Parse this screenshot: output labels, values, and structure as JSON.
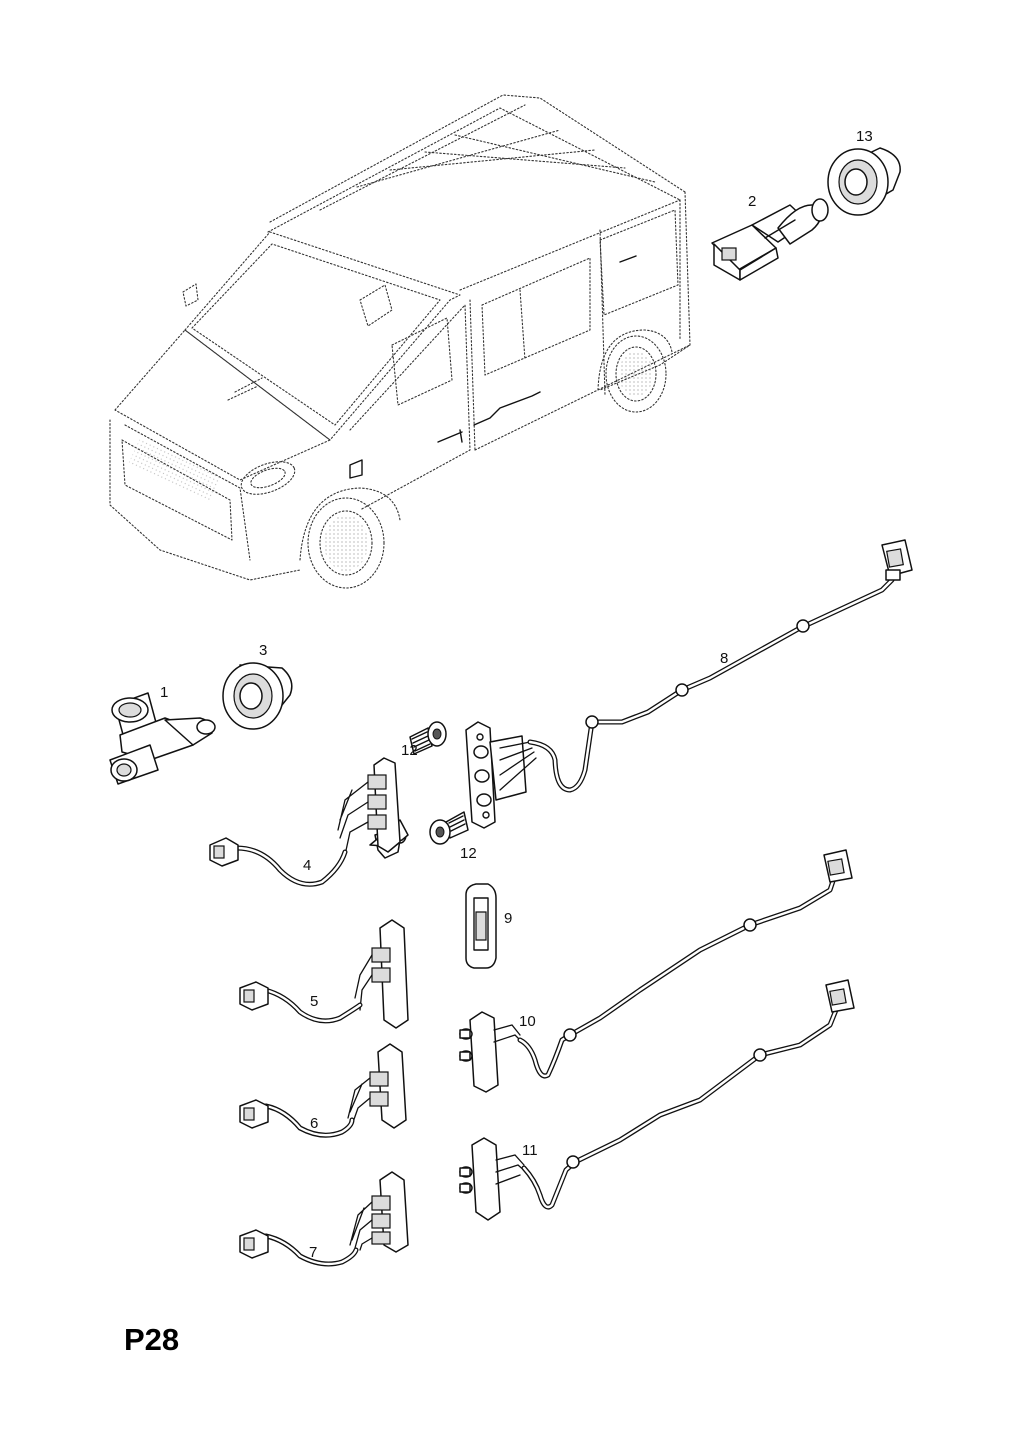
{
  "page": {
    "code": "P28"
  },
  "callouts": {
    "c1": "1",
    "c2": "2",
    "c3": "3",
    "c4": "4",
    "c5": "5",
    "c6": "6",
    "c7": "7",
    "c8": "8",
    "c9": "9",
    "c10": "10",
    "c11": "11",
    "c12a": "12",
    "c12b": "12",
    "c13": "13"
  }
}
